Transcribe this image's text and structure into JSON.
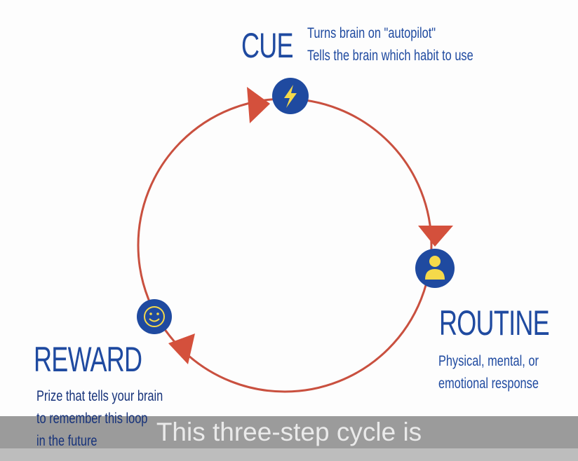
{
  "cue": {
    "title": "CUE",
    "lines": [
      "Turns brain on \"autopilot\"",
      "Tells the brain which habit to use"
    ],
    "icon": "lightning-icon"
  },
  "routine": {
    "title": "ROUTINE",
    "lines": [
      "Physical, mental, or",
      "emotional response"
    ],
    "icon": "person-icon"
  },
  "reward": {
    "title": "REWARD",
    "lines": [
      "Prize that tells your brain",
      "to remember this loop",
      "in the future"
    ],
    "icon": "smiley-icon"
  },
  "caption": "This three-step cycle is",
  "colors": {
    "blue": "#1f4aa0",
    "loop": "#c9503f",
    "icon_yellow": "#f5d94a"
  }
}
